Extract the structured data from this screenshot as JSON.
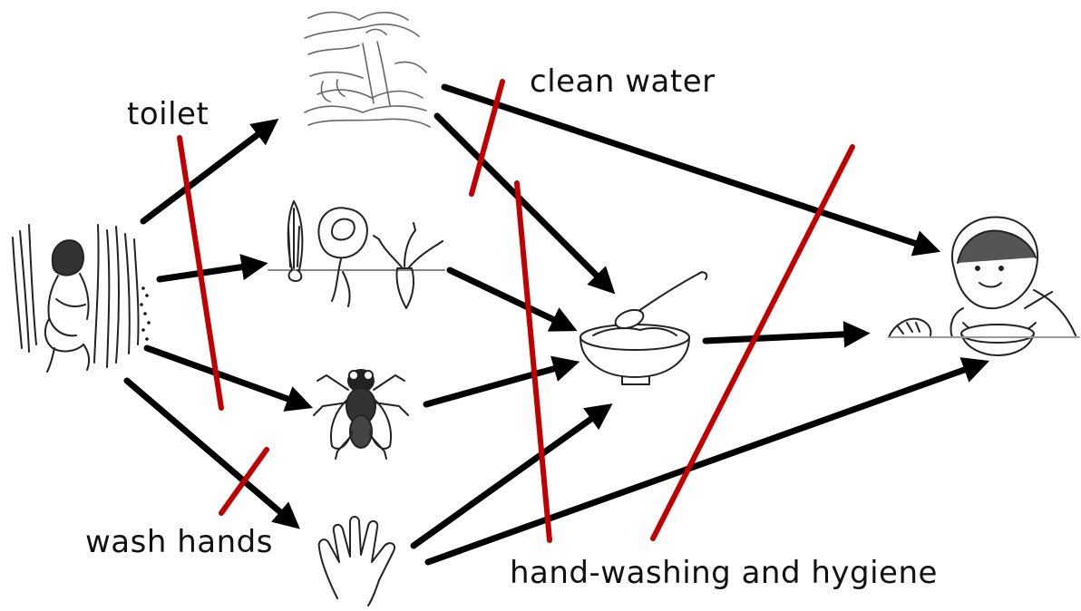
{
  "labels": {
    "toilet": "toilet",
    "clean_water": "clean water",
    "wash_hands": "wash hands",
    "hygiene": "hand-washing and hygiene"
  },
  "nodes": [
    "feces",
    "water",
    "crops",
    "fly",
    "hand",
    "food",
    "child"
  ],
  "colors": {
    "arrow": "#000000",
    "barrier": "#c00000"
  }
}
